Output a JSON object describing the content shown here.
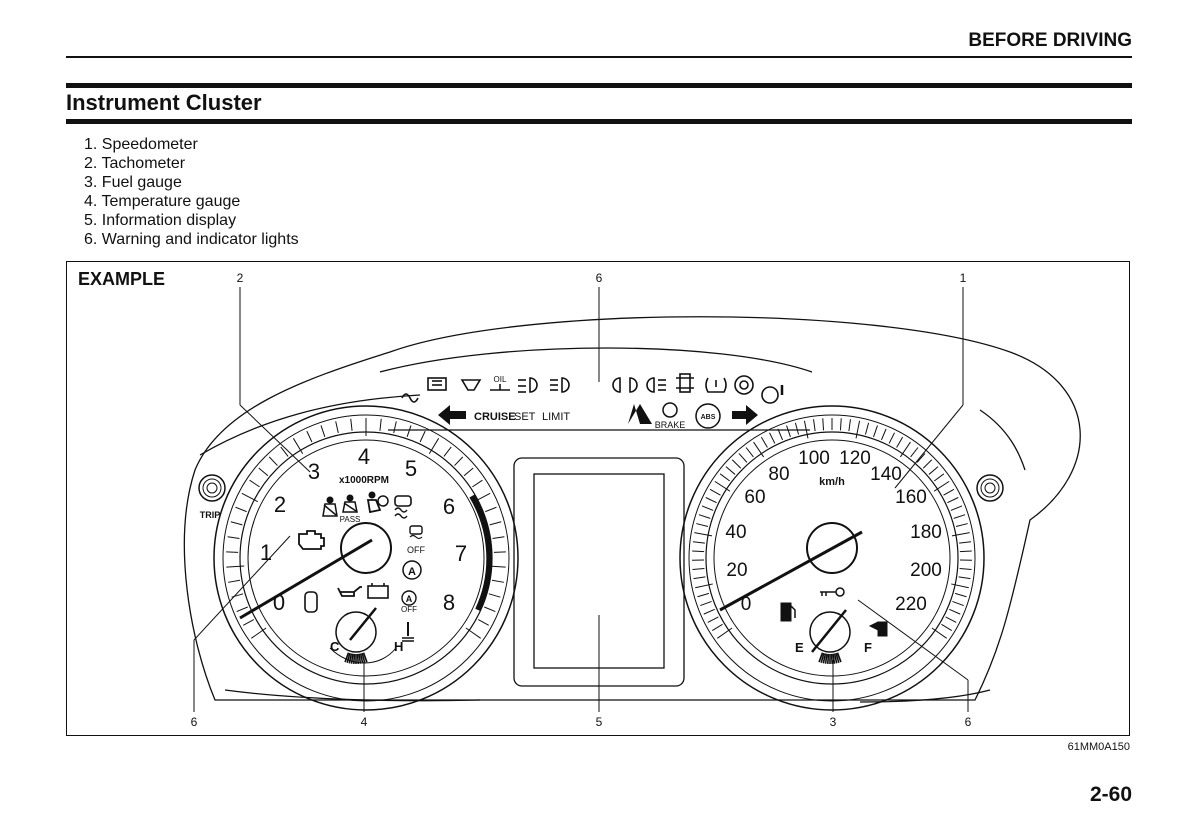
{
  "header": {
    "section": "BEFORE DRIVING"
  },
  "page": {
    "title": "Instrument Cluster",
    "number": "2-60"
  },
  "legend": [
    "1. Speedometer",
    "2. Tachometer",
    "3. Fuel gauge",
    "4. Temperature gauge",
    "5. Information display",
    "6. Warning and indicator lights"
  ],
  "figure": {
    "label": "EXAMPLE",
    "code": "61MM0A150",
    "callouts": {
      "c1": "1",
      "c2": "2",
      "c6top": "6",
      "c6left": "6",
      "c4": "4",
      "c5": "5",
      "c3": "3",
      "c6right": "6"
    },
    "tachometer": {
      "numbers": [
        "0",
        "1",
        "2",
        "3",
        "4",
        "5",
        "6",
        "7",
        "8"
      ],
      "unit": "x1000RPM",
      "pass_label": "PASS",
      "off_label_1": "OFF",
      "off_label_2": "OFF",
      "a_label": "A",
      "a_label_2": "A",
      "oil_label": "OIL"
    },
    "temperature": {
      "cold": "C",
      "hot": "H"
    },
    "speedometer": {
      "numbers": [
        "0",
        "20",
        "40",
        "60",
        "80",
        "100",
        "120",
        "140",
        "160",
        "180",
        "200",
        "220"
      ],
      "unit": "km/h"
    },
    "fuel": {
      "empty": "E",
      "full": "F"
    },
    "indicators": {
      "cruise": "CRUISE",
      "set": "SET",
      "limit": "LIMIT",
      "brake": "BRAKE",
      "abs": "ABS",
      "trip": "TRIP"
    }
  }
}
